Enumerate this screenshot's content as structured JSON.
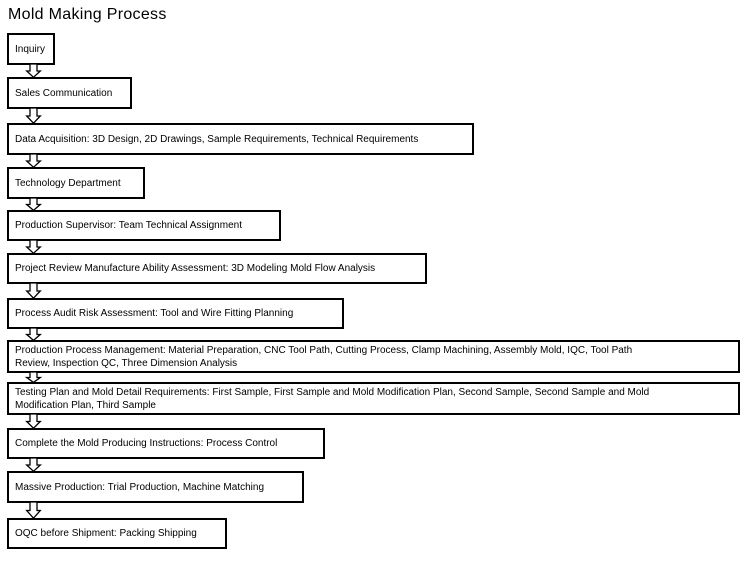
{
  "page": {
    "title": "Mold Making Process",
    "background_color": "#ffffff"
  },
  "diagram": {
    "type": "flowchart",
    "direction": "top-down",
    "connector_icon": "hollow-down-arrow-icon",
    "colors": {
      "box_border": "#000000",
      "box_fill": "#ffffff",
      "text": "#000000"
    },
    "steps": [
      {
        "label": "Inquiry"
      },
      {
        "label": "Sales Communication"
      },
      {
        "label": "Data Acquisition: 3D Design, 2D Drawings, Sample Requirements, Technical Requirements"
      },
      {
        "label": "Technology Department"
      },
      {
        "label": "Production Supervisor: Team Technical Assignment"
      },
      {
        "label": "Project Review Manufacture Ability Assessment: 3D Modeling Mold Flow Analysis"
      },
      {
        "label": "Process Audit Risk Assessment: Tool and Wire Fitting Planning"
      },
      {
        "label": "Production Process Management: Material Preparation, CNC Tool Path, Cutting Process, Clamp Machining,  Assembly Mold, IQC, Tool Path\nReview, Inspection QC, Three Dimension Analysis"
      },
      {
        "label": "Testing Plan and Mold Detail Requirements: First Sample, First Sample and Mold Modification Plan, Second Sample,  Second Sample and Mold\nModification Plan, Third Sample"
      },
      {
        "label": "Complete the Mold Producing Instructions: Process Control"
      },
      {
        "label": "Massive Production: Trial Production, Machine Matching"
      },
      {
        "label": "OQC before Shipment: Packing Shipping"
      }
    ]
  }
}
